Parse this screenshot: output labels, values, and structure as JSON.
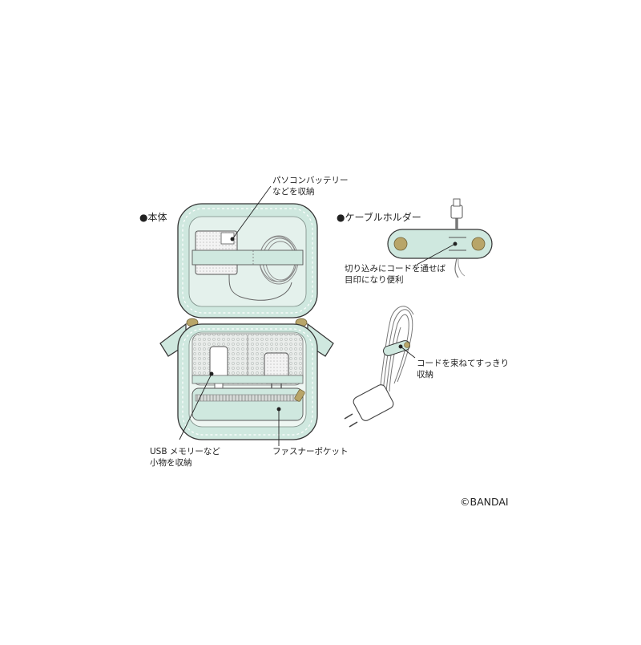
{
  "sections": {
    "main_body": "●本体",
    "cable_holder": "●ケーブルホルダー"
  },
  "callouts": {
    "battery": [
      "パソコンバッテリー",
      "などを収納"
    ],
    "usb": [
      "USB メモリーなど",
      "小物を収納"
    ],
    "zipper_pocket": "ファスナーポケット",
    "holder_slit": [
      "切り込みにコードを通せば",
      "目印になり便利"
    ],
    "bundle": [
      "コードを束ねてすっきり",
      "収納"
    ]
  },
  "copyright": "©BANDAI",
  "colors": {
    "case_mint": "#cfe8df",
    "case_inner": "#eef6f2",
    "stitch": "#ffffff",
    "outline": "#333333",
    "clasp_gold": "#b8a569",
    "mesh": "#d9dfdc",
    "zipper": "#cfd3d0"
  }
}
